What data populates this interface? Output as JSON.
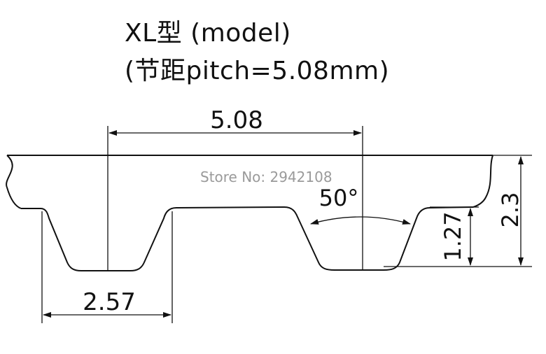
{
  "title": {
    "line1": "XL型 (model)",
    "line2": "(节距pitch=5.08mm)"
  },
  "watermark": "Store No: 2942108",
  "dimensions": {
    "pitch": "5.08",
    "tooth_width": "2.57",
    "tooth_angle": "50°",
    "tooth_height": "1.27",
    "belt_thickness": "2.3"
  },
  "colors": {
    "line": "#111111",
    "watermark": "#9a9a9a"
  }
}
